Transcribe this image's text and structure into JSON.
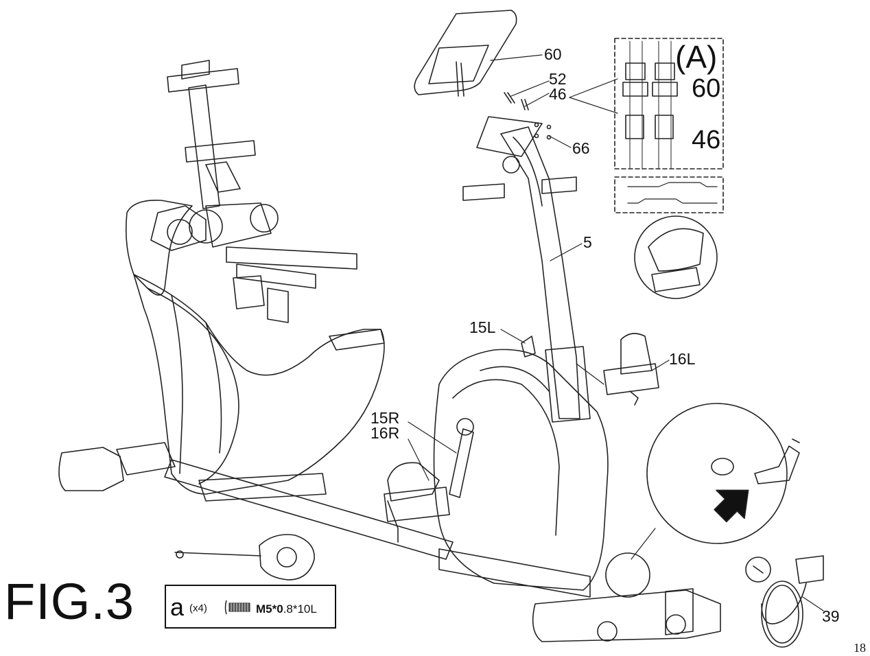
{
  "figure": {
    "title": "FIG.3",
    "page_number": "18"
  },
  "callout_a": {
    "title": "(A)",
    "labels": [
      "60",
      "46"
    ]
  },
  "parts": {
    "p60": "60",
    "p52": "52",
    "p46": "46",
    "p66": "66",
    "p5": "5",
    "p15L": "15L",
    "p16L": "16L",
    "p15R": "15R",
    "p16R": "16R",
    "p39": "39"
  },
  "hardware": {
    "letter": "a",
    "quantity": "(x4)",
    "spec_bold": "M5*0",
    "spec_rest": ".8*10L"
  },
  "icons": [
    "bicycle-frame-drawing",
    "console-drawing",
    "pedal-drawing",
    "power-adapter-drawing",
    "wrench-drawing",
    "screw-icon",
    "arrow-icon"
  ]
}
